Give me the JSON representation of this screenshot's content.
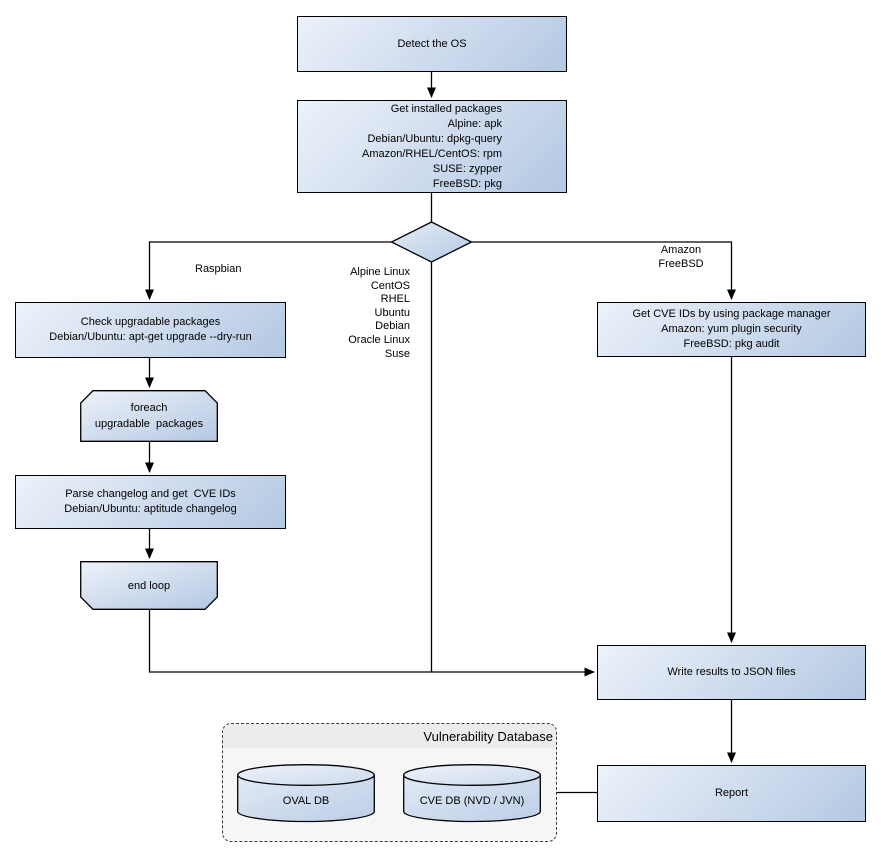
{
  "nodes": {
    "detect_os": {
      "label": "Detect the OS"
    },
    "get_installed_packages": {
      "label": "Get installed packages\nAlpine: apk\nDebian/Ubuntu: dpkg-query\nAmazon/RHEL/CentOS: rpm\nSUSE: zypper\nFreeBSD: pkg"
    },
    "check_upgradable": {
      "label": "Check upgradable packages\nDebian/Ubuntu: apt-get upgrade --dry-run"
    },
    "foreach_loop_start": {
      "label": "foreach\nupgradable  packages"
    },
    "parse_changelog": {
      "label": "Parse changelog and get  CVE IDs\nDebian/Ubuntu: aptitude changelog"
    },
    "end_loop": {
      "label": "end loop"
    },
    "get_cve_ids": {
      "label": "Get CVE IDs by using package manager\nAmazon: yum plugin security\nFreeBSD: pkg audit"
    },
    "write_results": {
      "label": "Write results to JSON files"
    },
    "report": {
      "label": "Report"
    },
    "oval_db": {
      "label": "OVAL DB"
    },
    "cve_db": {
      "label": "CVE DB (NVD / JVN)"
    },
    "vulnerability_database": {
      "title": "Vulnerability Database"
    }
  },
  "edge_labels": {
    "raspbian": "Raspbian",
    "os_list": "Alpine Linux\nCentOS\nRHEL\nUbuntu\nDebian\nOracle Linux\nSuse",
    "amazon_freebsd": "Amazon\nFreeBSD"
  },
  "colors": {
    "node_gradient_start": "#edf2fa",
    "node_gradient_end": "#b4c8e2",
    "node_border": "#000000",
    "connector": "#000000",
    "db_container_bg": "#f6f6f6",
    "db_title_band_bg": "#ececec",
    "background": "#ffffff"
  }
}
